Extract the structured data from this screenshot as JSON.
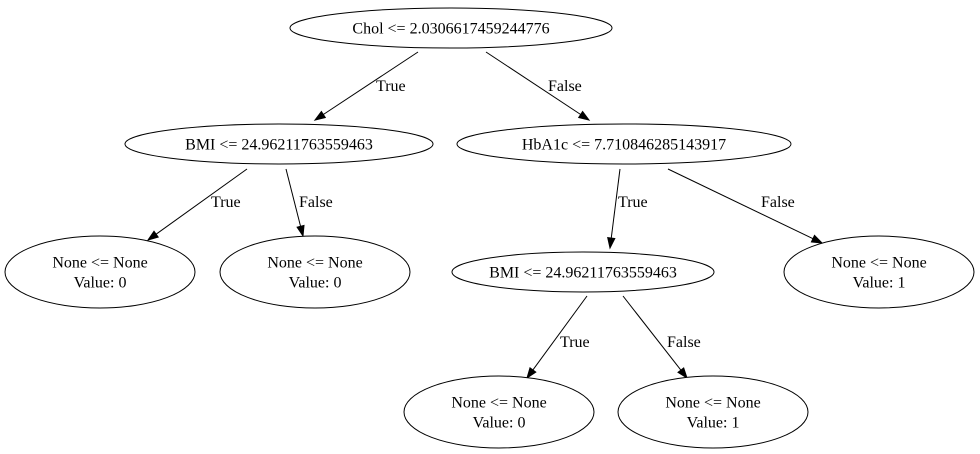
{
  "tree": {
    "nodes": [
      {
        "id": "n0",
        "lines": [
          "Chol <= 2.0306617459244776"
        ]
      },
      {
        "id": "n1",
        "lines": [
          "BMI <= 24.96211763559463"
        ]
      },
      {
        "id": "n2",
        "lines": [
          "HbA1c <= 7.710846285143917"
        ]
      },
      {
        "id": "n3",
        "lines": [
          "None <= None",
          "Value: 0"
        ]
      },
      {
        "id": "n4",
        "lines": [
          "None <= None",
          "Value: 0"
        ]
      },
      {
        "id": "n5",
        "lines": [
          "BMI <= 24.96211763559463"
        ]
      },
      {
        "id": "n6",
        "lines": [
          "None <= None",
          "Value: 1"
        ]
      },
      {
        "id": "n7",
        "lines": [
          "None <= None",
          "Value: 0"
        ]
      },
      {
        "id": "n8",
        "lines": [
          "None <= None",
          "Value: 1"
        ]
      }
    ],
    "edges": [
      {
        "from": "n0",
        "to": "n1",
        "label": "True"
      },
      {
        "from": "n0",
        "to": "n2",
        "label": "False"
      },
      {
        "from": "n1",
        "to": "n3",
        "label": "True"
      },
      {
        "from": "n1",
        "to": "n4",
        "label": "False"
      },
      {
        "from": "n2",
        "to": "n5",
        "label": "True"
      },
      {
        "from": "n2",
        "to": "n6",
        "label": "False"
      },
      {
        "from": "n5",
        "to": "n7",
        "label": "True"
      },
      {
        "from": "n5",
        "to": "n8",
        "label": "False"
      }
    ]
  }
}
